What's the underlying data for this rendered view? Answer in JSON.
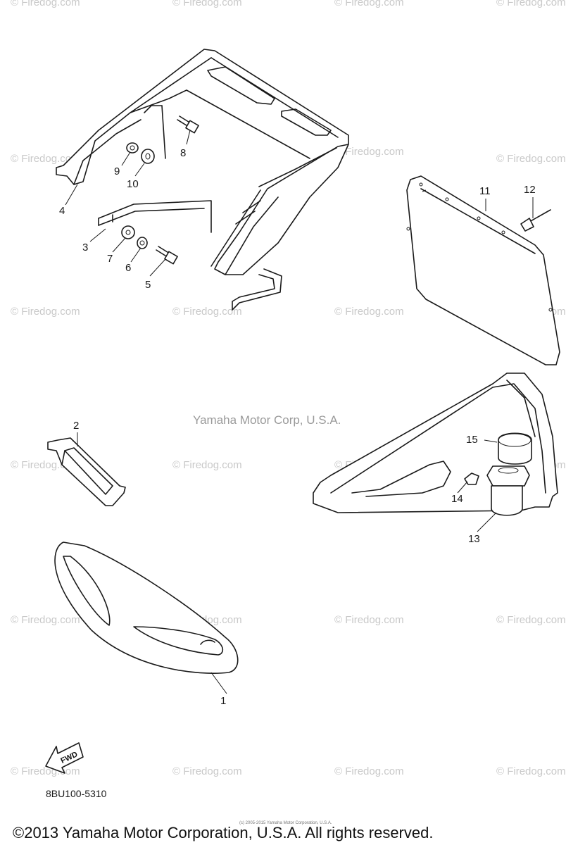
{
  "watermark": "© Firedog.com",
  "center_watermark": "Yamaha Motor Corp, U.S.A.",
  "callouts": [
    "1",
    "2",
    "3",
    "4",
    "5",
    "6",
    "7",
    "8",
    "9",
    "10",
    "11",
    "12",
    "13",
    "14",
    "15"
  ],
  "part_code": "8BU100-5310",
  "fwd_label": "FWD",
  "small_text": "(c) 2005-2015 Yamaha Motor Corporation, U.S.A.",
  "copyright": "©2013 Yamaha Motor Corporation, U.S.A. All rights reserved."
}
